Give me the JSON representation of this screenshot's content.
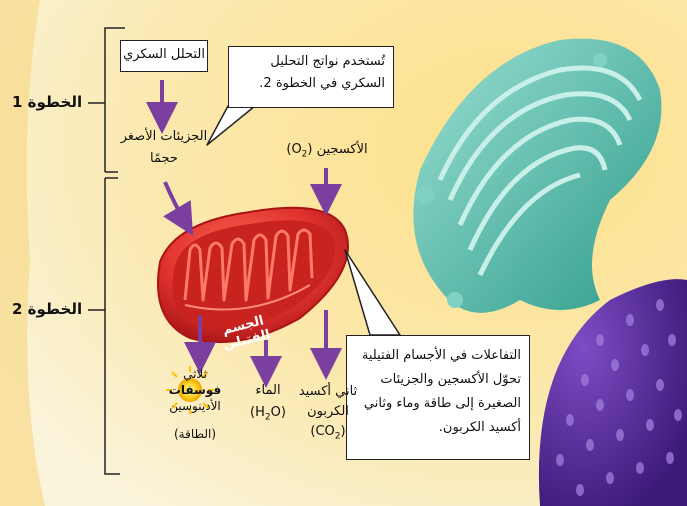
{
  "diagram": {
    "steps": {
      "step1": "الخطوة 1",
      "step2": "الخطوة 2"
    },
    "boxes": {
      "glycolysis": "التحلل السكري",
      "callout_products": [
        "تُستخدم نواتج التحليل",
        "السكري في الخطوة 2."
      ],
      "callout_reactions": [
        "التفاعلات في الأجسام الفتيلية",
        "تحوّل الأكسجين والجزيئات",
        "الصغيرة إلى طاقة وماء وثاني",
        "أكسيد الكربون."
      ]
    },
    "labels": {
      "small_molecules": [
        "الجزيئات الأصغر",
        "حجمًا"
      ],
      "oxygen": "الأكسجين (O",
      "oxygen_sub": "2",
      "oxygen_end": ")",
      "mitochondrion": "الجسم الفتيلي",
      "atp": [
        "ثلاثي",
        "فوسفات",
        "الأدينوسين",
        "(الطاقة)"
      ],
      "water_name": "الماء",
      "water_formula_h": "(H",
      "water_formula_sub": "2",
      "water_formula_o": "O)",
      "co2": [
        "ثاني أكسيد",
        "الكربون"
      ],
      "co2_formula_c": "(CO",
      "co2_formula_sub": "2",
      "co2_formula_end": ")"
    },
    "colors": {
      "arrow": "#7b3fa0",
      "mitochondrion": "#e0322e",
      "golgi": "#59c2b4",
      "nucleus": "#5b2a9e",
      "background": "#fbf3d6"
    }
  }
}
